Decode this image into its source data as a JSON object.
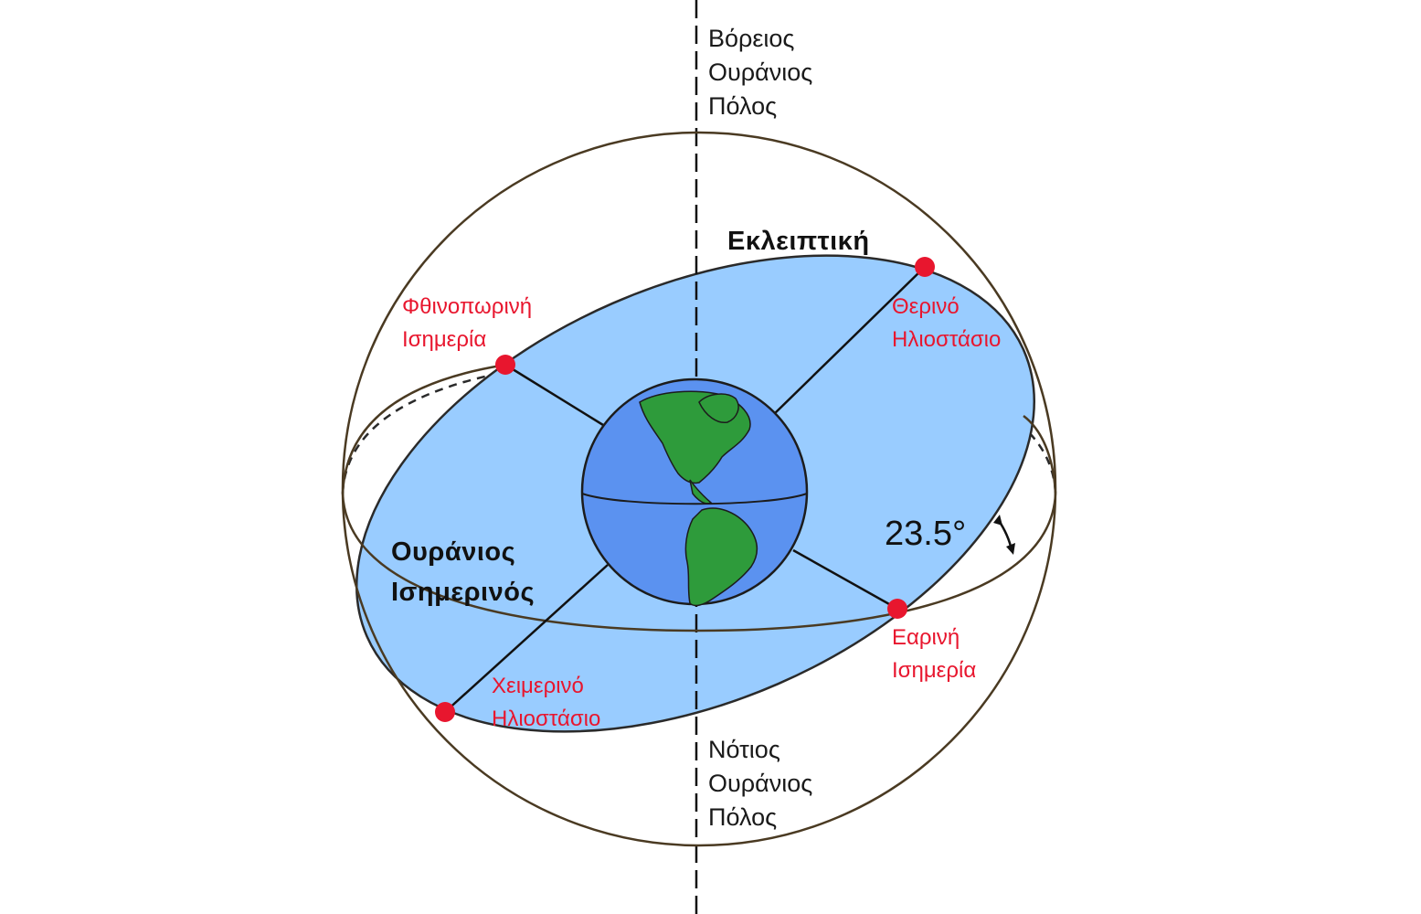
{
  "labels": {
    "north_pole": [
      "Βόρειος",
      "Ουράνιος",
      "Πόλος"
    ],
    "south_pole": [
      "Νότιος",
      "Ουράνιος",
      "Πόλος"
    ],
    "ecliptic": "Εκλειπτική",
    "celestial_equator": [
      "Ουράνιος",
      "Ισημερινός"
    ],
    "autumnal_equinox": [
      "Φθινοπωρινή",
      "Ισημερία"
    ],
    "summer_solstice": [
      "Θερινό",
      "Ηλιοστάσιο"
    ],
    "vernal_equinox": [
      "Εαρινή",
      "Ισημερία"
    ],
    "winter_solstice": [
      "Χειμερινό",
      "Ηλιοστάσιο"
    ],
    "axial_tilt": "23.5°"
  },
  "colors": {
    "ecliptic_fill": "#99ccff",
    "sphere_outline": "#4a3a22",
    "earth_ocean": "#5b92f0",
    "earth_land": "#2e9b3b",
    "marker_red": "#e8162e",
    "label_red": "#e8162e"
  }
}
